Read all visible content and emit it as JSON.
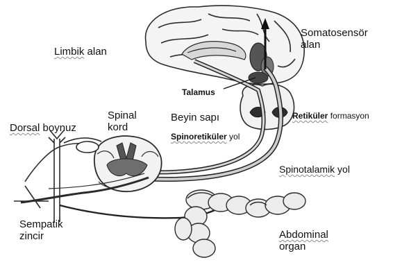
{
  "labels": {
    "limbic_prefix": "Limbik",
    "limbic_suffix": " alan",
    "somatosensory_line1": "Somatosensör",
    "somatosensory_line2": "alan",
    "thalamus": "Talamus",
    "brainstem": "Beyin sapı",
    "reticular_word": "Retiküler",
    "reticular_suffix": " formasyon",
    "spinoreticular_word": "Spinoretiküler",
    "spinoreticular_suffix": " yol",
    "spinal_line1": "Spinal",
    "spinal_line2": "kord",
    "dorsal_prefix": "Dorsal",
    "dorsal_suffix": " boynuz",
    "spinothalamic_word": "Spinotalamik",
    "spinothalamic_suffix": " yol",
    "sympathetic_line1": "Sempatik",
    "sympathetic_line2": "zincir",
    "abdominal_line1": "Abdominal",
    "abdominal_line2": "organ"
  },
  "colors": {
    "ink": "#1a1a1a",
    "tissue_gray": "#9a9a9a",
    "dark_gray": "#3a3a3a",
    "light_tissue": "#e6e6e6"
  }
}
